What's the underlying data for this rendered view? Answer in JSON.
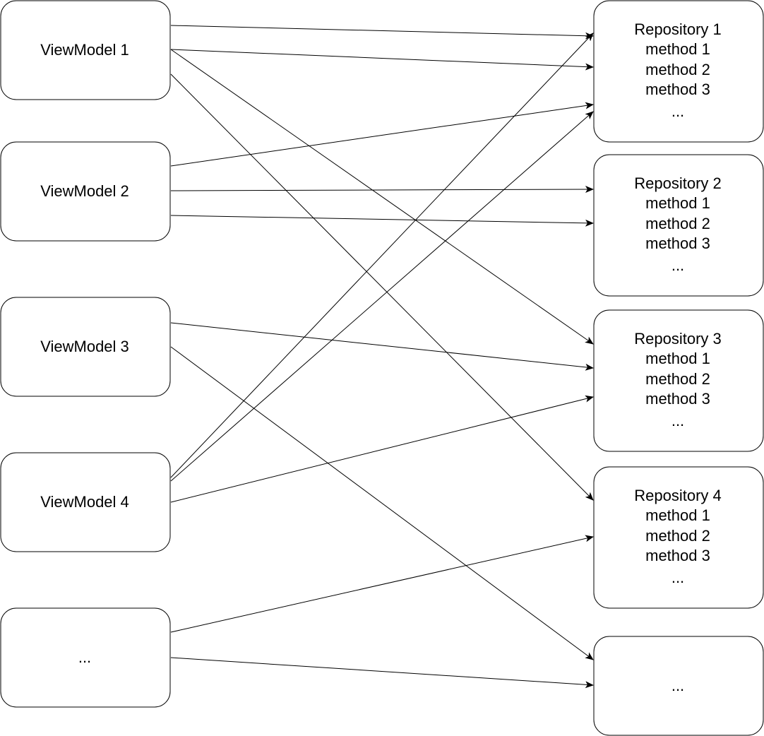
{
  "viewmodels": [
    {
      "id": "vm1",
      "lines": [
        "ViewModel 1"
      ]
    },
    {
      "id": "vm2",
      "lines": [
        "ViewModel 2"
      ]
    },
    {
      "id": "vm3",
      "lines": [
        "ViewModel 3"
      ]
    },
    {
      "id": "vm4",
      "lines": [
        "ViewModel 4"
      ]
    },
    {
      "id": "vm5",
      "lines": [
        "..."
      ]
    }
  ],
  "repositories": [
    {
      "id": "r1",
      "lines": [
        "Repository 1",
        "method 1",
        "method 2",
        "method 3",
        "..."
      ]
    },
    {
      "id": "r2",
      "lines": [
        "Repository 2",
        "method 1",
        "method 2",
        "method 3",
        "..."
      ]
    },
    {
      "id": "r3",
      "lines": [
        "Repository 3",
        "method 1",
        "method 2",
        "method 3",
        "..."
      ]
    },
    {
      "id": "r4",
      "lines": [
        "Repository 4",
        "method 1",
        "method 2",
        "method 3",
        "..."
      ]
    },
    {
      "id": "r5",
      "lines": [
        "..."
      ]
    }
  ],
  "edges": [
    {
      "from": "vm1",
      "to": "r1"
    },
    {
      "from": "vm1",
      "to": "r1"
    },
    {
      "from": "vm1",
      "to": "r3"
    },
    {
      "from": "vm1",
      "to": "r4"
    },
    {
      "from": "vm2",
      "to": "r1"
    },
    {
      "from": "vm2",
      "to": "r2"
    },
    {
      "from": "vm2",
      "to": "r2"
    },
    {
      "from": "vm3",
      "to": "r3"
    },
    {
      "from": "vm3",
      "to": "r5"
    },
    {
      "from": "vm4",
      "to": "r1"
    },
    {
      "from": "vm4",
      "to": "r1"
    },
    {
      "from": "vm4",
      "to": "r3"
    },
    {
      "from": "vm5",
      "to": "r4"
    },
    {
      "from": "vm5",
      "to": "r5"
    }
  ]
}
